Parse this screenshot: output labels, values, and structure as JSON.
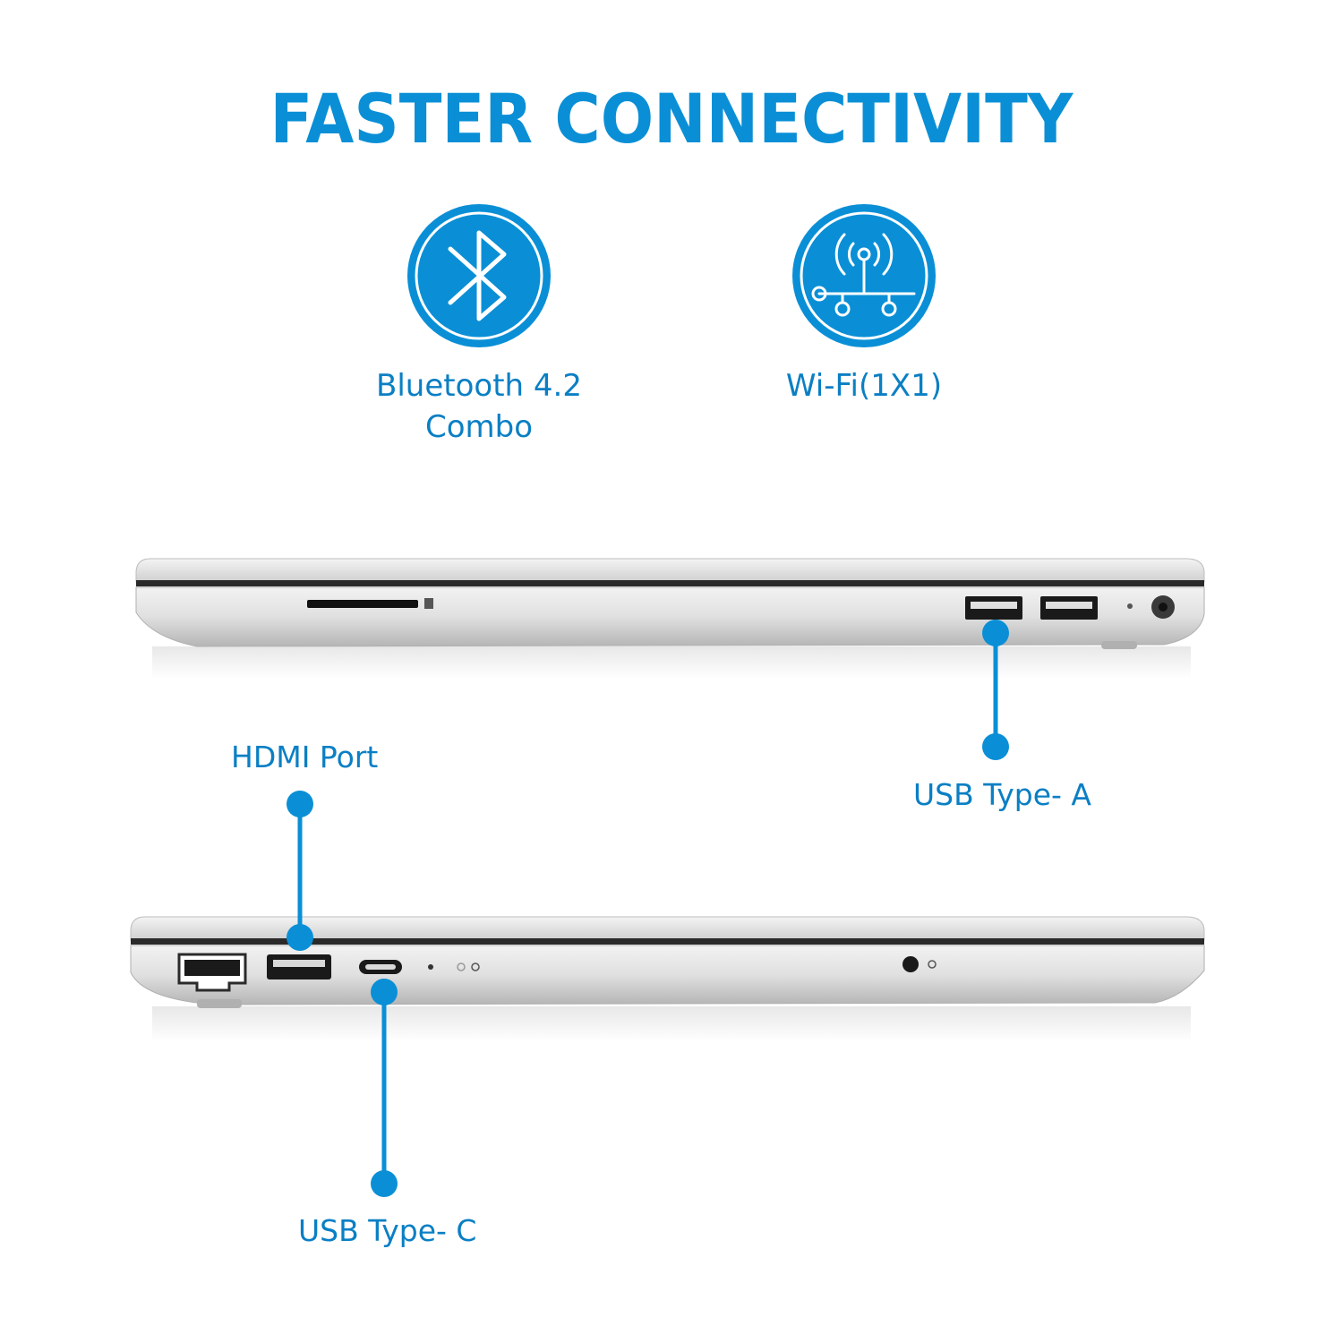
{
  "heading": "FASTER CONNECTIVITY",
  "colors": {
    "accent": "#0a8fd6",
    "label": "#0a7fc4",
    "silver_light": "#e8e8e8",
    "silver_dark": "#b8b8b8",
    "hinge": "#2a2a2a"
  },
  "features": [
    {
      "icon": "bluetooth-icon",
      "label": "Bluetooth 4.2\nCombo"
    },
    {
      "icon": "wifi-antenna-icon",
      "label": "Wi-Fi(1X1)"
    }
  ],
  "callouts": {
    "usb_a": "USB Type- A",
    "hdmi": "HDMI Port",
    "usb_c": "USB Type- C"
  }
}
